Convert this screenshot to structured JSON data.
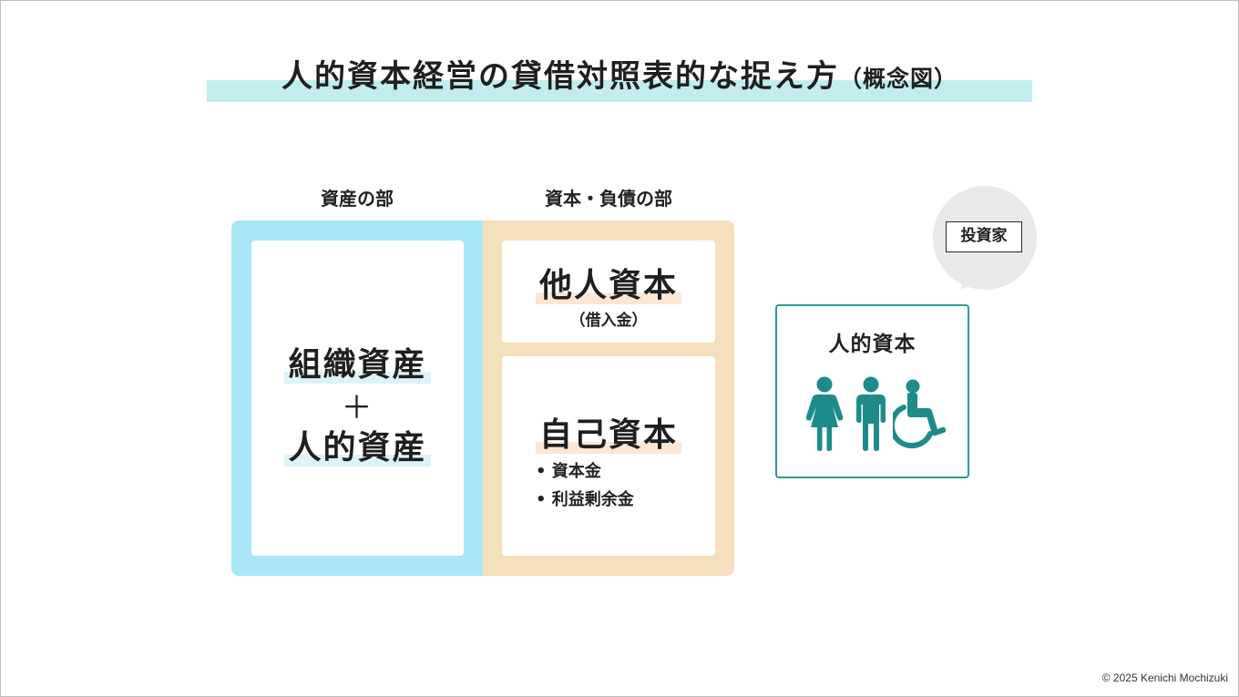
{
  "title": {
    "main": "人的資本経営の貸借対照表的な捉え方",
    "sub": "（概念図）"
  },
  "columns": {
    "assets_header": "資産の部",
    "liabilities_header": "資本・負債の部"
  },
  "assets": {
    "line1": "組織資産",
    "plus": "＋",
    "line2": "人的資産"
  },
  "liabilities": {
    "debt_title": "他人資本",
    "debt_sub": "（借入金）",
    "equity_title": "自己資本",
    "equity_items": [
      "資本金",
      "利益剰余金"
    ]
  },
  "investor": {
    "label": "投資家"
  },
  "human_capital": {
    "title": "人的資本",
    "icons": [
      "woman-icon",
      "man-icon",
      "wheelchair-icon"
    ],
    "color": "#1e8b8b"
  },
  "colors": {
    "title_highlight": "#c3ecef",
    "assets_box": "#a9e6f7",
    "liabilities_box": "#f6dfbd",
    "human_capital_border": "#2b9a9a"
  },
  "copyright": "© 2025 Kenichi Mochizuki"
}
